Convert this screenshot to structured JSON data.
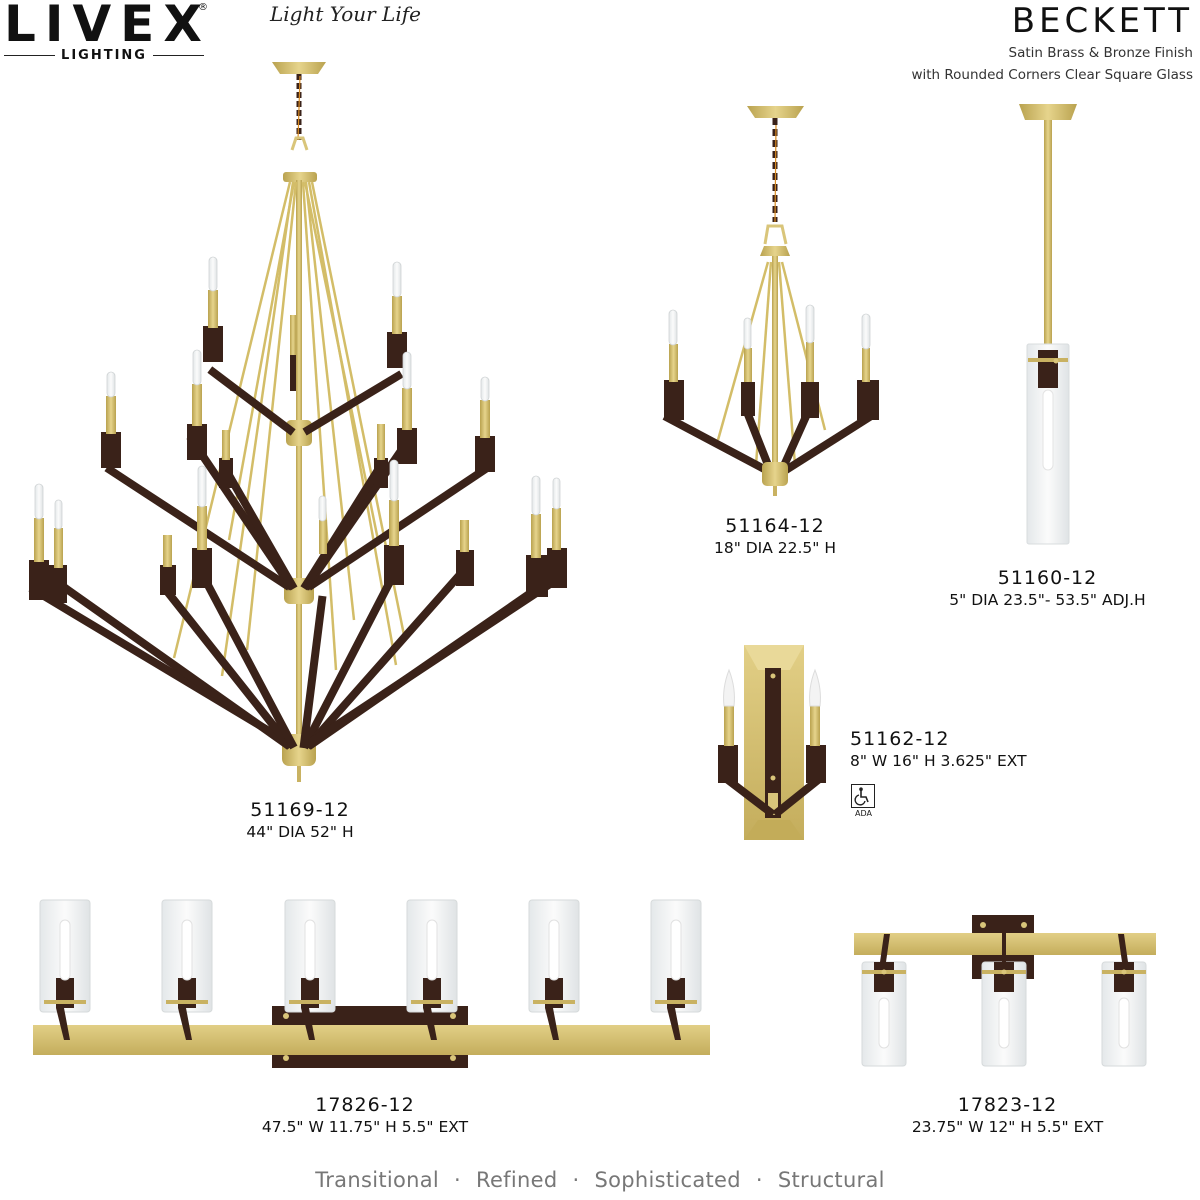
{
  "brand": {
    "logo_text": "LIVEX",
    "logo_registered": "®",
    "logo_subtext": "LIGHTING",
    "tagline": "Light Your Life"
  },
  "collection": {
    "name": "BECKETT",
    "finish_line1": "Satin Brass & Bronze Finish",
    "finish_line2": "with Rounded Corners Clear Square Glass"
  },
  "colors": {
    "satin_brass": "#d9c57a",
    "brass_shadow": "#b9a24f",
    "bronze": "#3a2219",
    "glass": "#eef1f2",
    "text": "#111111",
    "footer_text": "#777777"
  },
  "products": [
    {
      "id": "51169-12",
      "sku": "51169-12",
      "dims": "44\" DIA  52\" H",
      "type": "chandelier-large",
      "lights": 18
    },
    {
      "id": "51164-12",
      "sku": "51164-12",
      "dims": "18\" DIA  22.5\" H",
      "type": "chandelier-small",
      "lights": 4
    },
    {
      "id": "51160-12",
      "sku": "51160-12",
      "dims": "5\" DIA  23.5\"- 53.5\" ADJ.H",
      "type": "pendant",
      "lights": 1
    },
    {
      "id": "51162-12",
      "sku": "51162-12",
      "dims": "8\" W  16\" H  3.625\" EXT",
      "type": "wall-sconce",
      "lights": 2,
      "badge": "ADA"
    },
    {
      "id": "17826-12",
      "sku": "17826-12",
      "dims": "47.5\" W  11.75\" H  5.5\" EXT",
      "type": "vanity-6",
      "lights": 6
    },
    {
      "id": "17823-12",
      "sku": "17823-12",
      "dims": "23.75\" W  12\" H  5.5\" EXT",
      "type": "vanity-3",
      "lights": 3
    }
  ],
  "footer": {
    "keywords": [
      "Transitional",
      "Refined",
      "Sophisticated",
      "Structural"
    ],
    "separator": "·"
  }
}
